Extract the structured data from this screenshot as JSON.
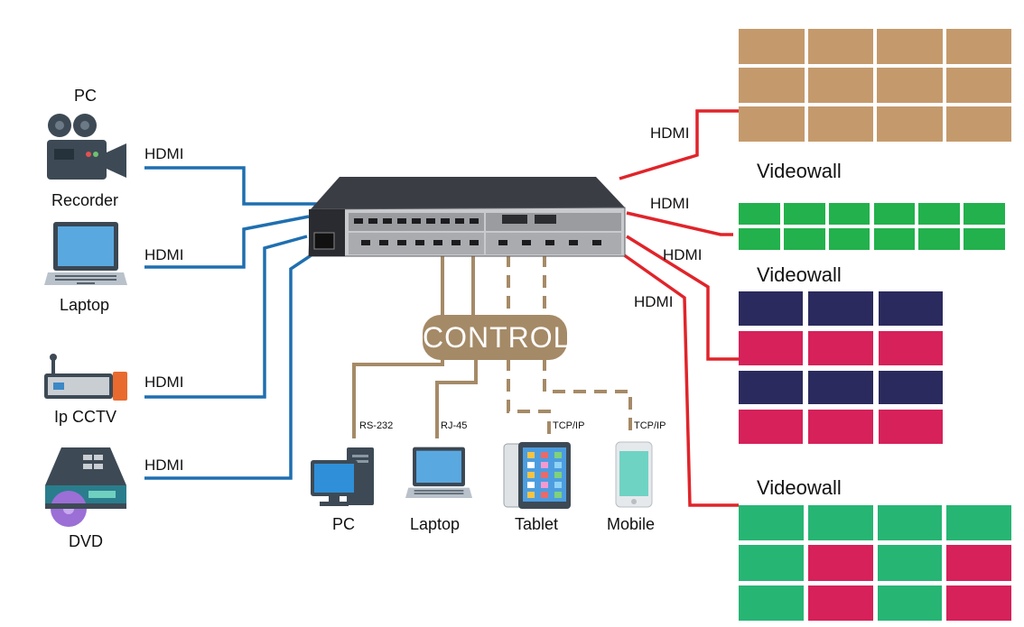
{
  "inputs": [
    {
      "top_label": "PC",
      "bottom_label": "Recorder",
      "icon": "video-camera-icon",
      "link": "HDMI"
    },
    {
      "label": "Laptop",
      "icon": "laptop-icon",
      "link": "HDMI"
    },
    {
      "label": "Ip CCTV",
      "icon": "ip-camera-icon",
      "link": "HDMI"
    },
    {
      "label": "DVD",
      "icon": "dvd-player-icon",
      "link": "HDMI"
    }
  ],
  "outputs": [
    {
      "link": "HDMI",
      "title": "",
      "rows": [
        [
          "tan",
          "tan",
          "tan",
          "tan"
        ],
        [
          "tan",
          "tan",
          "tan",
          "tan"
        ],
        [
          "tan",
          "tan",
          "tan",
          "tan"
        ]
      ]
    },
    {
      "link": "HDMI",
      "title": "Videowall",
      "rows": [
        [
          "green",
          "green",
          "green",
          "green",
          "green",
          "green"
        ],
        [
          "green",
          "green",
          "green",
          "green",
          "green",
          "green"
        ]
      ]
    },
    {
      "link": "HDMI",
      "title": "Videowall",
      "rows": [
        [
          "navy",
          "navy",
          "navy"
        ],
        [
          "pink",
          "pink",
          "pink"
        ],
        [
          "navy",
          "navy",
          "navy"
        ],
        [
          "pink",
          "pink",
          "pink"
        ]
      ]
    },
    {
      "link": "HDMI",
      "title": "Videowall",
      "rows": [
        [
          "teal",
          "teal",
          "teal",
          "teal"
        ],
        [
          "teal",
          "pink",
          "teal",
          "pink"
        ],
        [
          "teal",
          "pink",
          "teal",
          "pink"
        ]
      ]
    }
  ],
  "control": {
    "label": "CONTROL",
    "clients": [
      {
        "label": "PC",
        "port": "RS-232",
        "icon": "desktop-pc-icon"
      },
      {
        "label": "Laptop",
        "port": "RJ-45",
        "icon": "laptop-icon"
      },
      {
        "label": "Tablet",
        "port": "TCP/IP",
        "icon": "tablet-icon"
      },
      {
        "label": "Mobile",
        "port": "TCP/IP",
        "icon": "mobile-phone-icon"
      }
    ]
  },
  "colors": {
    "input_link": "#1f6fb0",
    "output_link": "#e0242a",
    "control_link": "#a58a67",
    "control_badge": "#a58a67",
    "tan": "#c49a6c",
    "green": "#22b14c",
    "navy": "#2b2a5e",
    "pink": "#d6215a",
    "teal": "#27b574"
  }
}
